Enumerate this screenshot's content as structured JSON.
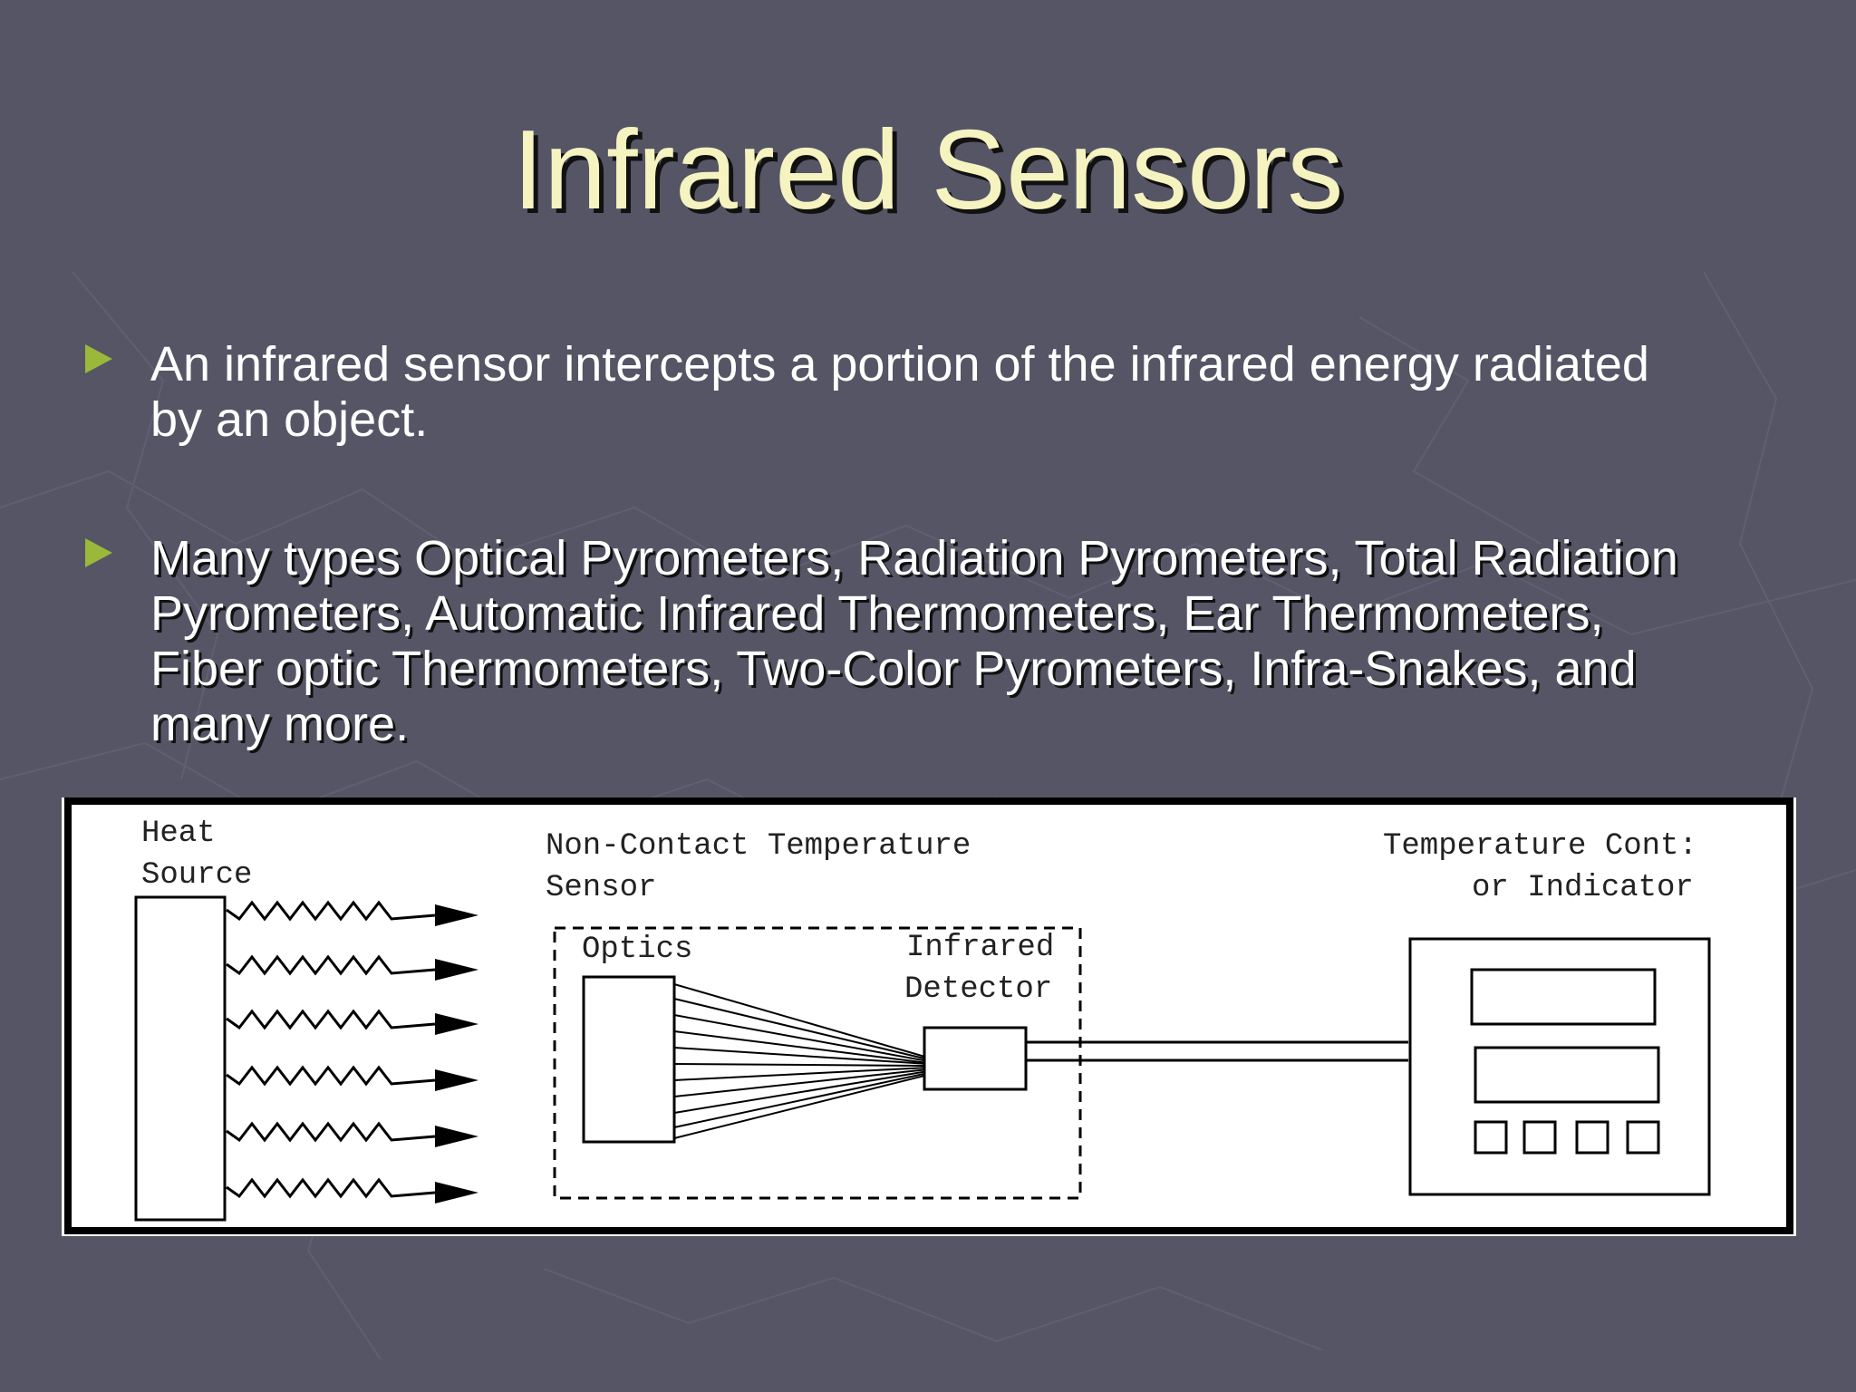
{
  "slide": {
    "title": "Infrared Sensors",
    "bullets": [
      {
        "lines": [
          "An infrared sensor intercepts a portion of the infrared energy radiated",
          "by an object."
        ]
      },
      {
        "lines": [
          "Many types Optical Pyrometers, Radiation Pyrometers, Total Radiation",
          "Pyrometers, Automatic Infrared Thermometers, Ear Thermometers,",
          "Fiber optic Thermometers, Two-Color Pyrometers, Infra-Snakes, and",
          "many more."
        ]
      }
    ]
  },
  "diagram": {
    "heat_source": [
      "Heat",
      "Source"
    ],
    "sensor": [
      "Non-Contact Temperature",
      "Sensor"
    ],
    "optics": "Optics",
    "detector": [
      "Infrared",
      "Detector"
    ],
    "controller": [
      "Temperature Cont:",
      "or Indicator"
    ]
  },
  "colors": {
    "background": "#555566",
    "title": "#f5f3c0",
    "bullet_arrow": "#9ab83a",
    "body_text": "#ffffff"
  }
}
